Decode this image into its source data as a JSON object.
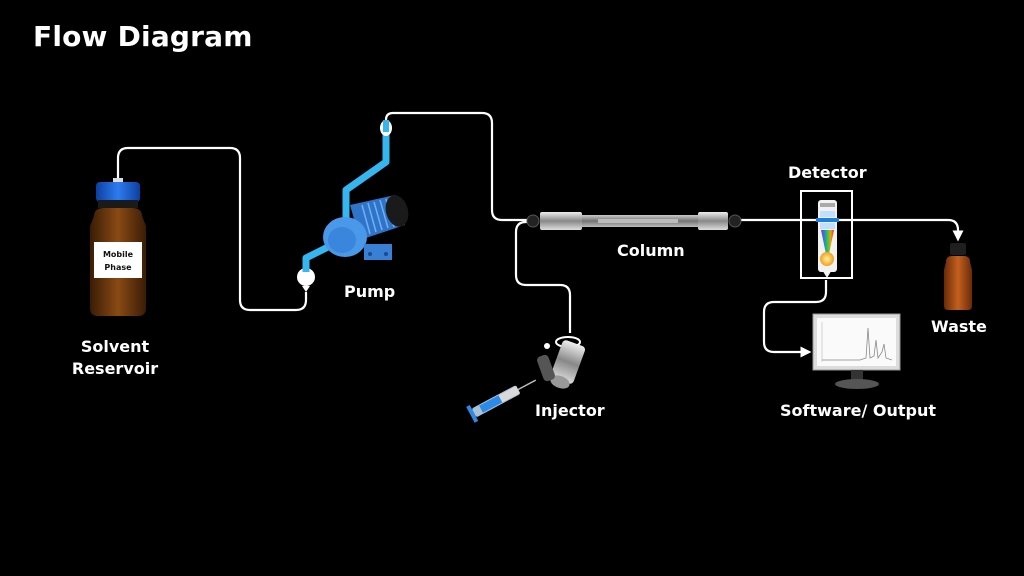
{
  "title": "Flow Diagram",
  "components": {
    "solvent_reservoir": {
      "label_line1": "Solvent",
      "label_line2": "Reservoir",
      "bottle_label_line1": "Mobile",
      "bottle_label_line2": "Phase"
    },
    "pump": {
      "label": "Pump"
    },
    "column": {
      "label": "Column"
    },
    "injector": {
      "label": "Injector"
    },
    "detector": {
      "label": "Detector"
    },
    "software_output": {
      "label": "Software/ Output"
    },
    "waste": {
      "label": "Waste"
    }
  },
  "colors": {
    "background": "#000000",
    "line": "#ffffff",
    "pump_blue": "#3d8fe0",
    "pipe_cyan": "#36b6ee",
    "cap_blue": "#1a5fd6",
    "amber": "#8a4a14",
    "waste_amber": "#b5541b"
  }
}
